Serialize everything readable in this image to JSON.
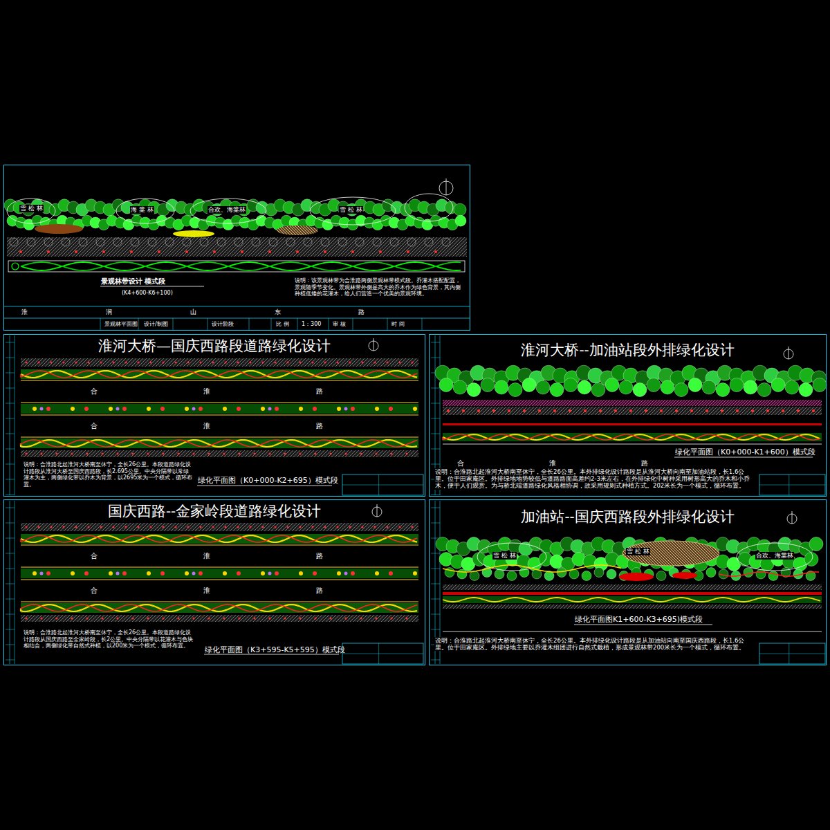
{
  "diagram": {
    "nodes": [
      {
        "text": [
          "景观林带设计 模式段",
          "(K4+600-K6+100)"
        ]
      },
      {
        "text": [
          "淮河大桥—国庆西路段道路绿化设计",
          "绿化平面图（K0+000-K2+695）模式段"
        ]
      },
      {
        "text": [
          "淮河大桥--加油站段外排绿化设计",
          "绿化平面图（K0+000-K1+600）模式段"
        ]
      },
      {
        "text": [
          "国庆西路--金家岭段道路绿化设计",
          "绿化平面图（K3+595-K5+595）模式段"
        ]
      },
      {
        "text": [
          "加油站--国庆西路段外排绿化设计",
          "绿化平面图K1+600-K3+695)模式段"
        ]
      }
    ],
    "labels": [
      "雪 松 林",
      "海 棠 林",
      "合欢、海棠林",
      "雪 松 林",
      "说明：该景观林带为合淮路两侧景观林带模式段。乔灌木搭配配置，景观随季节变化。景观林带外侧是高大的乔木作为绿色背景，其内侧种植低矮的花灌木，给人们营造一个优美的景观环境。",
      "淮 涧 山 东 路",
      "景观林平面图",
      "设计/制图",
      "设计阶段",
      "比 例",
      "1：300",
      "审 核",
      "时 间",
      "合 淮 路",
      "合 淮 路",
      "说明：合淮路北起淮河大桥南至休宁，全长26公里。本段道路绿化设计路段从淮河大桥至国庆西路段，长2.695公里。中央分隔带以常绿灌木为主，两侧绿化带以乔木为背景，以2695米为一个模式，循环布置。",
      "合 淮 路",
      "说明：合淮路北起淮河大桥南至休宁，全长26公里。本外排绿化设计路段是从淮河大桥向南至加油站段，长1.6公里。位于田家庵区。外排绿地地势较低与道路路面高差约2-3米左右，在外排绿化中树种采用树形高大的乔木和小乔木，便于人们观赏。为与桥北端道路绿化风格相协调，故采用规则式种植方式。202米长为一个模式，循环布置。",
      "合 淮 路",
      "合 淮 路",
      "说明：合淮路北起淮河大桥南至休宁，全长26公里。本段道路绿化设计路段从国庆西路至金家岭段，长2公里。中央分隔带以花灌木与色块相结合，两侧绿化带自然式种植，以200米为一个模式，循环布置。",
      "雪 松 林",
      "雪 松 林",
      "合欢、海棠林",
      "说明：合淮路北起淮河大桥南至休宁，全长26公里。本外排绿化设计路段是从加油站向南至国庆西路段，长1.6公里。位于田家庵区。外排绿地主要以乔灌木组团进行自然式栽植，形成景观林带200米长为一个模式，循环布置。"
    ]
  }
}
